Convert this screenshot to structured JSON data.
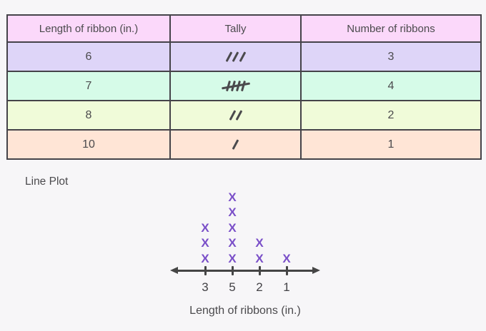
{
  "theme": {
    "page-bg": "#f7f6f8",
    "border": "#454349",
    "text": "#4b4a4d",
    "marker": "#7a4fc8",
    "axis": "#454545"
  },
  "table": {
    "header": {
      "bg": "#fbd8fa",
      "cols": [
        "Length of ribbon (in.)",
        "Tally",
        "Number of ribbons"
      ]
    },
    "rows": [
      {
        "length": "6",
        "tally": {
          "count": 3,
          "crossed": false
        },
        "number": "3",
        "bg": "#ded5f8"
      },
      {
        "length": "7",
        "tally": {
          "count": 4,
          "crossed": true
        },
        "number": "4",
        "bg": "#d6fbe8"
      },
      {
        "length": "8",
        "tally": {
          "count": 2,
          "crossed": false
        },
        "number": "2",
        "bg": "#f0fbd9"
      },
      {
        "length": "10",
        "tally": {
          "count": 1,
          "crossed": false
        },
        "number": "1",
        "bg": "#ffe5d6"
      }
    ]
  },
  "lineplot": {
    "title": "Line Plot",
    "marker": "X",
    "tick_labels": [
      "3",
      "5",
      "2",
      "1"
    ],
    "counts": [
      3,
      5,
      2,
      1
    ],
    "xlabel": "Length of ribbons (in.)"
  },
  "chart_data": [
    {
      "type": "table",
      "title": "Tally chart of ribbon lengths",
      "columns": [
        "Length of ribbon (in.)",
        "Tally",
        "Number of ribbons"
      ],
      "rows": [
        [
          "6",
          "/// (3 tally marks)",
          "3"
        ],
        [
          "7",
          "//// crossed (4 tally marks with strike)",
          "4"
        ],
        [
          "8",
          "// (2 tally marks)",
          "2"
        ],
        [
          "10",
          "/ (1 tally mark)",
          "1"
        ]
      ]
    },
    {
      "type": "scatter",
      "subtype": "line-plot (dot plot with X markers)",
      "title": "Line Plot",
      "categories": [
        "3",
        "5",
        "2",
        "1"
      ],
      "values": [
        3,
        5,
        2,
        1
      ],
      "marker": "X",
      "marker_color": "#7a4fc8",
      "xlabel": "Length of ribbons (in.)",
      "grid": false,
      "legend": "none",
      "axis": "horizontal number line with arrows on both ends and 4 ticks"
    }
  ]
}
